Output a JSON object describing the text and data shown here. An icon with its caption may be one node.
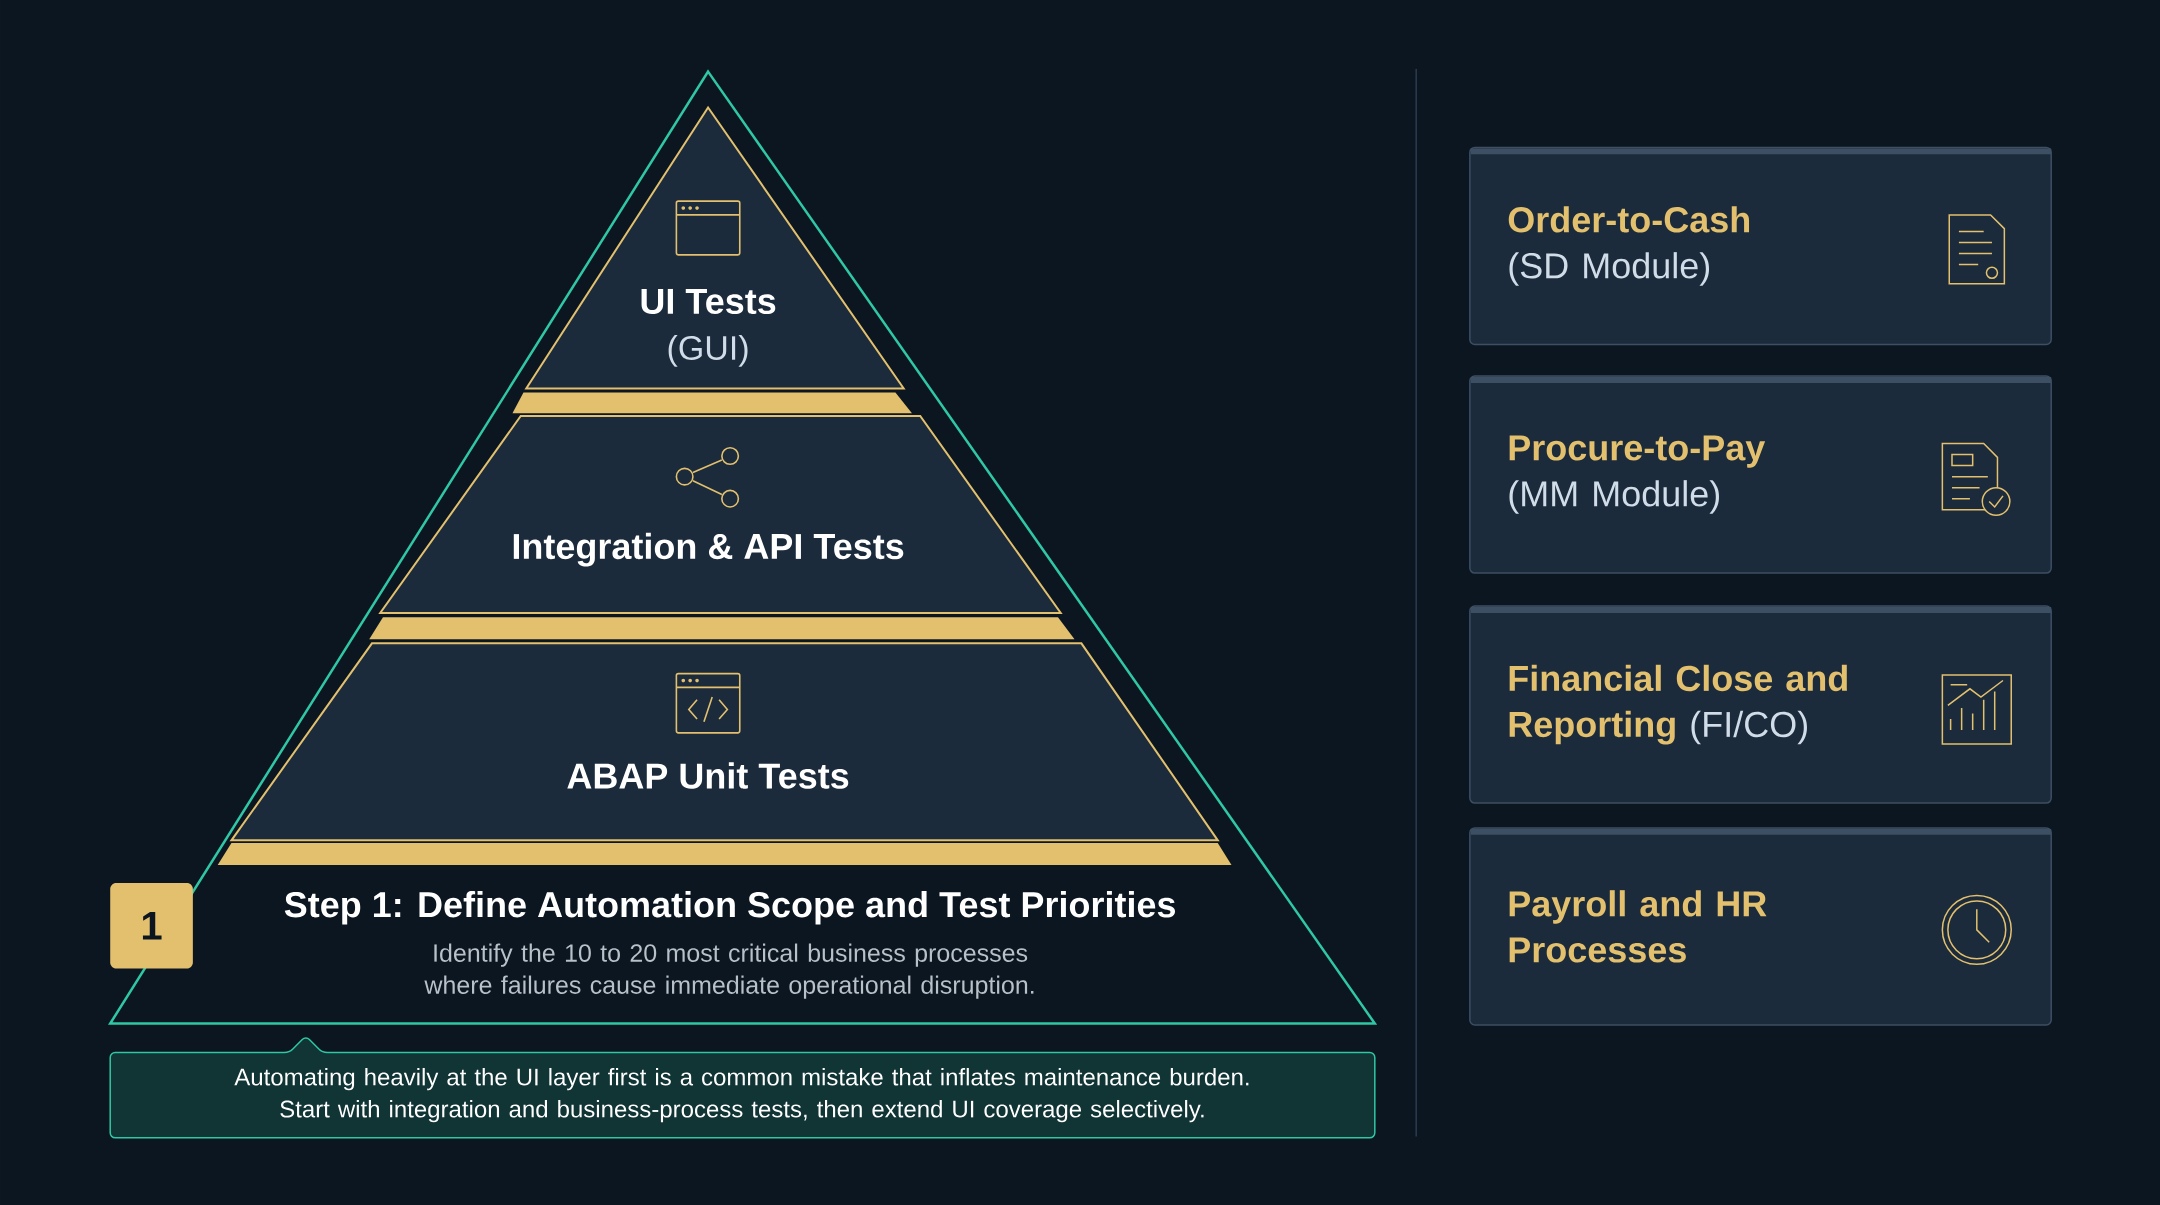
{
  "diagram": {
    "nodes": [
      {
        "text": [
          "UI Tests",
          "(GUI)"
        ]
      },
      {
        "text": [
          "Integration & API Tests"
        ]
      },
      {
        "text": [
          "ABAP Unit Tests"
        ]
      },
      {
        "text": [
          "1"
        ]
      },
      {
        "text": [
          "Automating heavily at the UI layer first is a common mistake that inflates maintenance burden. Start with integration and business-process tests, then extend UI coverage selectively."
        ]
      },
      {
        "text": [
          "Order-to-Cash",
          "(SD Module)"
        ]
      },
      {
        "text": [
          "Procure-to-Pay",
          "(MM Module)"
        ]
      },
      {
        "text": [
          "Financial Close and Reporting",
          "(FI/CO)"
        ]
      },
      {
        "text": [
          "Payroll and HR Processes"
        ]
      }
    ],
    "labels": [
      "Step 1: Define Automation Scope and Test Priorities",
      "Identify the 10 to 20 most critical business processes where failures cause immediate operational disruption."
    ]
  }
}
